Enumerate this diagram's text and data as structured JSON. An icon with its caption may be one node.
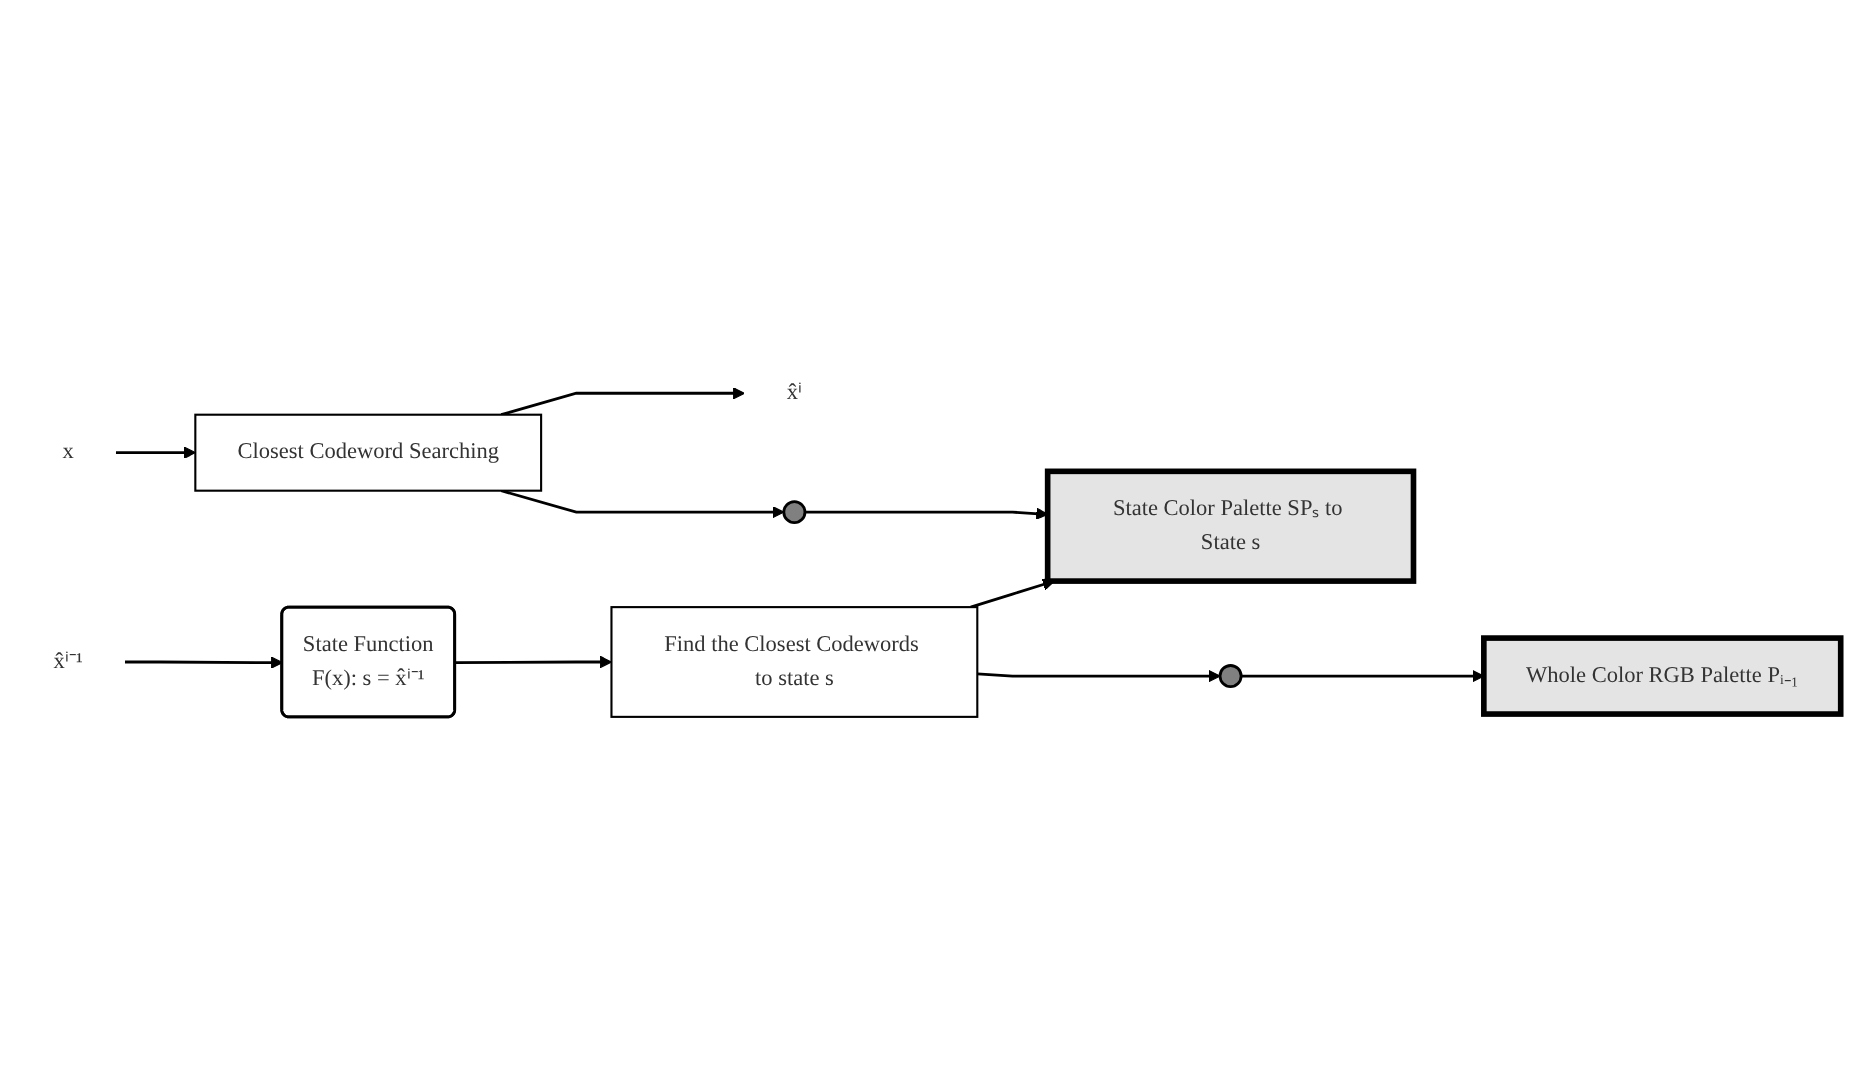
{
  "diagram": {
    "nodes": [
      {
        "text": [
          "x̂ⁱ⁻¹"
        ]
      },
      {
        "text": [
          "State Function",
          "F(x): s = x̂ⁱ⁻¹"
        ]
      },
      {
        "text": [
          "x"
        ]
      },
      {
        "text": [
          "Closest Codeword Searching"
        ]
      },
      {
        "text": [
          "x̂ⁱ"
        ]
      },
      {
        "text": [
          "Find the Closest Codewords to state s"
        ]
      },
      {
        "text": [
          "State Color Palette SPₛ to State s"
        ]
      },
      {
        "text": [],
        "shape": "circle"
      },
      {
        "text": [
          "Whole Color RGB Palette Pᵢ₋₁"
        ]
      },
      {
        "text": [],
        "shape": "circle"
      }
    ],
    "edges": [
      {
        "from": 0,
        "to": 1,
        "arrow": "to"
      },
      {
        "from": 2,
        "to": 3,
        "arrow": "to"
      },
      {
        "from": 3,
        "to": 4,
        "arrow": "to"
      },
      {
        "from": 1,
        "to": 5,
        "arrow": "to"
      },
      {
        "from": 5,
        "to": 6,
        "arrow": "to"
      },
      {
        "from": 3,
        "to": 7,
        "arrow": "to"
      },
      {
        "from": 7,
        "to": 6,
        "arrow": "to"
      },
      {
        "from": 5,
        "to": 9,
        "arrow": "to"
      },
      {
        "from": 9,
        "to": 8,
        "arrow": "to"
      }
    ]
  }
}
